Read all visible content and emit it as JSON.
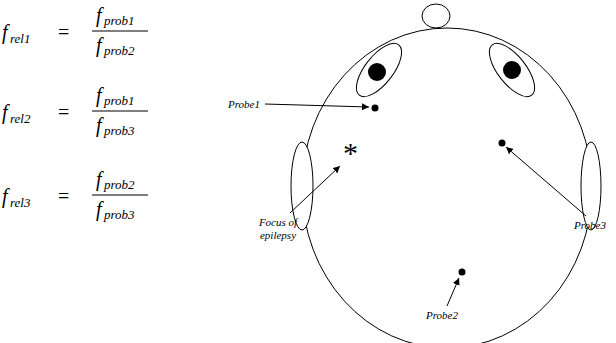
{
  "diagram": {
    "labels": [
      "f",
      "rel1",
      "=",
      "f",
      "prob1",
      "f",
      "prob2",
      "f",
      "rel2",
      "=",
      "f",
      "prob1",
      "f",
      "prob3",
      "f",
      "rel3",
      "=",
      "f",
      "prob2",
      "f",
      "prob3",
      "Probe1",
      "*",
      "Focus of epilepsy",
      "Probe3",
      "Probe2"
    ]
  }
}
